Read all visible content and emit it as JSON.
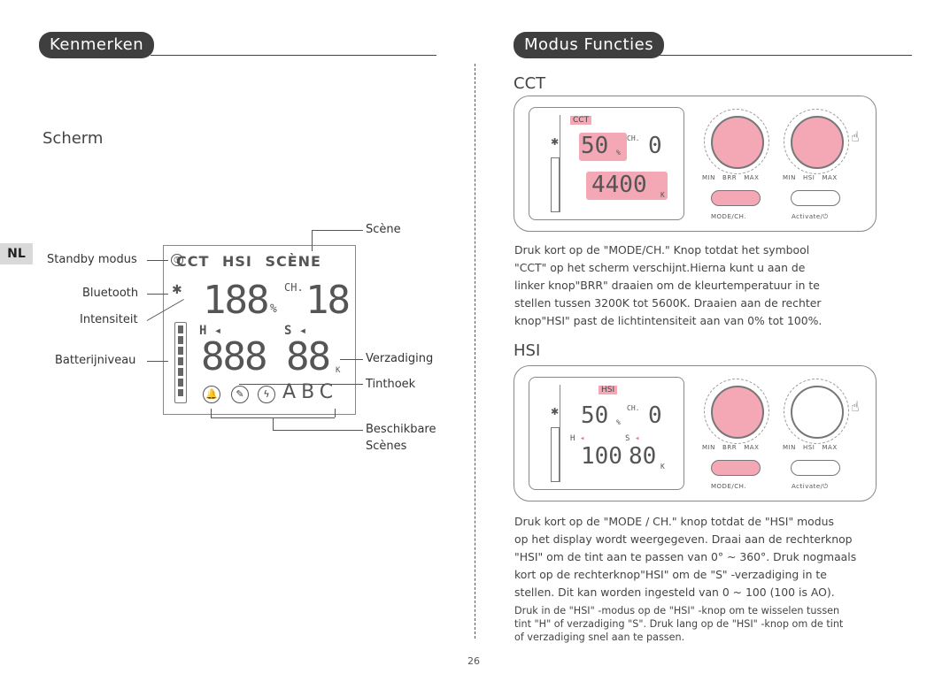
{
  "left": {
    "header": "Kenmerken",
    "screen_title": "Scherm",
    "side_tab": "NL",
    "lcd": {
      "modes": [
        "CCT",
        "HSI",
        "SCÈNE"
      ],
      "intensity_digits": "188",
      "percent": "%",
      "ch_label": "CH.",
      "ch_digits": "18",
      "h_label": "H",
      "s_label": "S",
      "big_digits": "888",
      "small_digits": "88",
      "k_label": "K",
      "scenes": [
        "A",
        "B",
        "C"
      ]
    },
    "callouts": {
      "standby": "Standby modus",
      "bluetooth": "Bluetooth",
      "intensity": "Intensiteit",
      "battery": "Batterijniveau",
      "scene": "Scène",
      "saturation": "Verzadiging",
      "hue": "Tinthoek",
      "available_line1": "Beschikbare",
      "available_line2": "Scènes"
    }
  },
  "right": {
    "header": "Modus Functies",
    "cct": {
      "title": "CCT",
      "mode_label": "CCT",
      "intensity": "50",
      "percent": "%",
      "ch_label": "CH.",
      "ch_value": "0",
      "kelvin": "4400",
      "k_label": "K",
      "knob1_labels": [
        "MIN",
        "BRR",
        "MAX"
      ],
      "knob2_labels": [
        "MIN",
        "HSI",
        "MAX"
      ],
      "button1": "MODE/CH.",
      "button2": "Activate/⏻",
      "text": [
        "Druk kort op de \"MODE/CH.\" Knop totdat het symbool",
        "\"CCT\" op het scherm verschijnt.Hierna kunt u aan de",
        "linker knop\"BRR\" draaien om de kleurtemperatuur in te",
        "stellen tussen 3200K tot 5600K. Draaien aan de rechter",
        "knop\"HSI\" past de lichtintensiteit aan van 0% tot 100%."
      ]
    },
    "hsi": {
      "title": "HSI",
      "mode_label": "HSI",
      "intensity": "50",
      "percent": "%",
      "ch_label": "CH.",
      "ch_value": "0",
      "h_label": "H",
      "s_label": "S",
      "hue": "100",
      "sat": "80",
      "k_label": "K",
      "knob1_labels": [
        "MIN",
        "BRR",
        "MAX"
      ],
      "knob2_labels": [
        "MIN",
        "HSI",
        "MAX"
      ],
      "button1": "MODE/CH.",
      "button2": "Activate/⏻",
      "text": [
        "Druk kort op de \"MODE / CH.\" knop totdat de \"HSI\" modus",
        "op het display wordt weergegeven. Draai aan de rechterknop",
        "\"HSI\" om de tint aan te passen van 0° ~ 360°. Druk nogmaals",
        "kort op de rechterknop\"HSI\" om de \"S\" -verzadiging in te",
        "stellen. Dit kan worden ingesteld van 0 ~ 100 (100 is AO)."
      ],
      "text2": [
        "Druk in de \"HSI\" -modus op de \"HSI\" -knop om te wisselen tussen",
        "tint \"H\" of verzadiging \"S\". Druk lang op de \"HSI\" -knop om de tint",
        "of verzadiging snel aan te passen."
      ]
    }
  },
  "page_number": "26"
}
